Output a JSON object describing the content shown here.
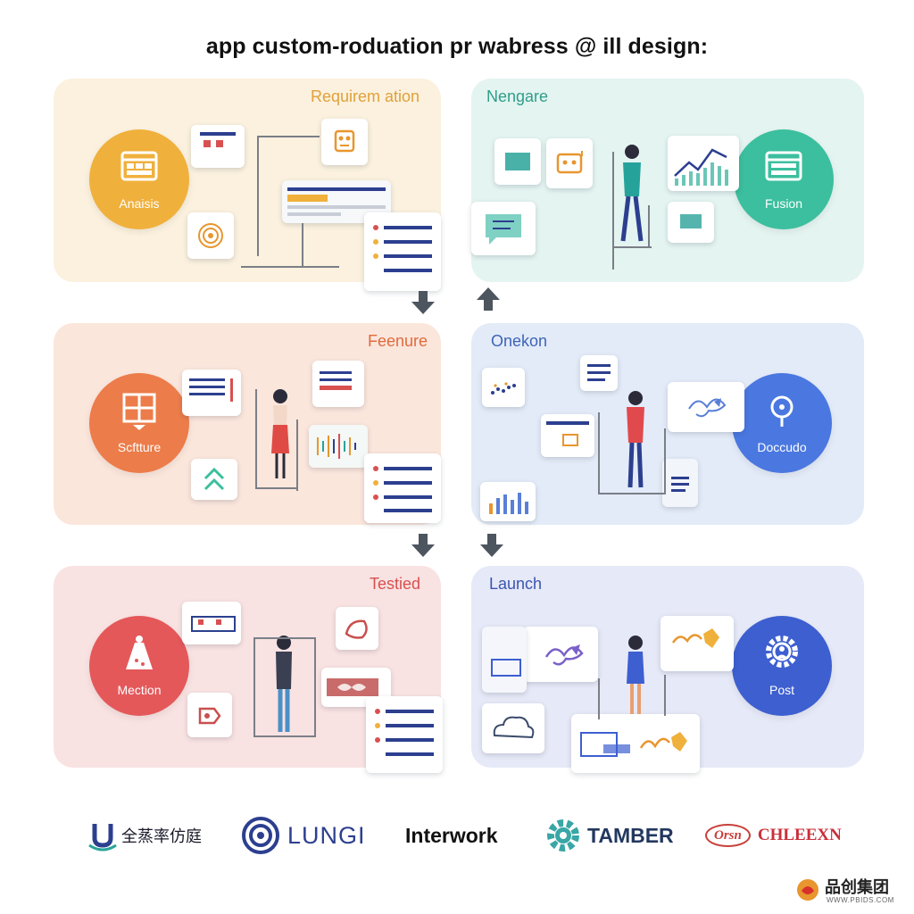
{
  "title": "app custom-roduation pr wabress @ ill design:",
  "panels": [
    {
      "label": "Requirem ation",
      "circle_label": "Anaisis",
      "bg": "#fbf1de",
      "circle": "#f0b03c",
      "label_color": "#e0a13a"
    },
    {
      "label": "Nengare",
      "circle_label": "Fusion",
      "bg": "#e4f4f1",
      "circle": "#3bbf9e",
      "label_color": "#2f9e8a"
    },
    {
      "label": "Feenure",
      "circle_label": "Scftture",
      "bg": "#fbe6dc",
      "circle": "#ec7c4a",
      "label_color": "#e06b3d"
    },
    {
      "label": "Onekon",
      "circle_label": "Doccudo",
      "bg": "#e3ebf8",
      "circle": "#4a78e0",
      "label_color": "#3e64b8"
    },
    {
      "label": "Testied",
      "circle_label": "Mection",
      "bg": "#f9e2e2",
      "circle": "#e4585a",
      "label_color": "#d8504f"
    },
    {
      "label": "Launch",
      "circle_label": "Post",
      "bg": "#e6e9f7",
      "circle": "#3d5fd0",
      "label_color": "#3a56b0"
    }
  ],
  "logos": {
    "logo1_text": "全蒸率仿庭",
    "logo2_text": "LUNGI",
    "logo3_text": "Interwork",
    "logo4_text": "TAMBER",
    "logo5_badge": "Orsn",
    "logo5_text": "CHLEEXN"
  },
  "watermark": {
    "cn": "品创集团",
    "url": "WWW.PBIDS.COM"
  },
  "colors": {
    "arrow": "#4d555f",
    "accent_teal": "#2aa39a",
    "accent_blue": "#2c3f8f"
  },
  "icons": [
    "ui-window-icon",
    "robot-icon",
    "target-icon",
    "chart-icon",
    "chat-icon",
    "lightbulb-icon",
    "flask-icon",
    "gear-icon",
    "grid-icon",
    "chevron-up-icon"
  ]
}
